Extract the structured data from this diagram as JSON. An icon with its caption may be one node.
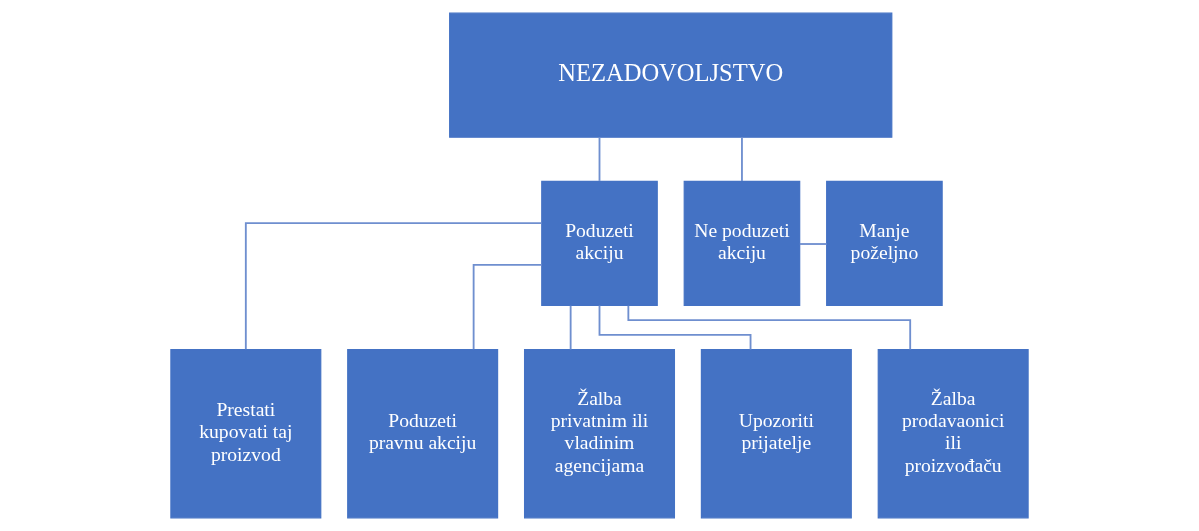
{
  "diagram": {
    "nodes": [
      {
        "text": [
          "NEZADOVOLJSTVO"
        ]
      },
      {
        "text": [
          "Poduzeti akciju"
        ]
      },
      {
        "text": [
          "Ne poduzeti akciju"
        ]
      },
      {
        "text": [
          "Manje poželjno"
        ]
      },
      {
        "text": [
          "Prestati kupovati taj proizvod"
        ]
      },
      {
        "text": [
          "Poduzeti pravnu akciju"
        ]
      },
      {
        "text": [
          "Žalba privatnim ili vladinim agencijama"
        ]
      },
      {
        "text": [
          "Upozoriti prijatelje"
        ]
      },
      {
        "text": [
          "Žalba prodavaonici ili proizvođaču"
        ]
      }
    ],
    "edges": [
      {
        "from": 0,
        "to": 1,
        "arrow": "none"
      },
      {
        "from": 0,
        "to": 2,
        "arrow": "none"
      },
      {
        "from": 2,
        "to": 3,
        "arrow": "none"
      },
      {
        "from": 1,
        "to": 4,
        "arrow": "none"
      },
      {
        "from": 1,
        "to": 5,
        "arrow": "none"
      },
      {
        "from": 1,
        "to": 6,
        "arrow": "none"
      },
      {
        "from": 1,
        "to": 7,
        "arrow": "none"
      },
      {
        "from": 1,
        "to": 8,
        "arrow": "none"
      }
    ]
  }
}
